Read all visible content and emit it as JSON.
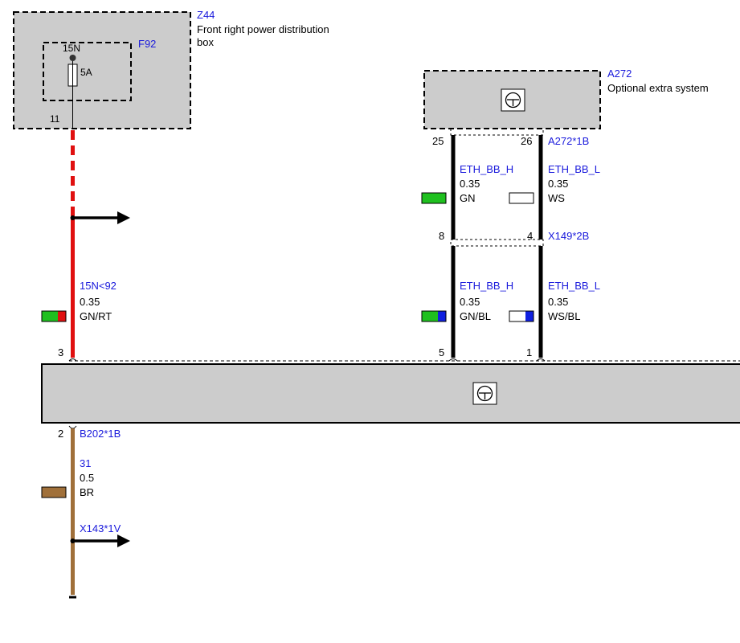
{
  "components": {
    "z44": {
      "code": "Z44",
      "desc_line1": "Front right power distribution",
      "desc_line2": "box",
      "pin": "11"
    },
    "f92": {
      "code": "F92",
      "terminal": "15N",
      "rating": "5A"
    },
    "a272": {
      "code": "A272",
      "desc": "Optional extra system"
    }
  },
  "connectors": {
    "a272_1b": {
      "code": "A272*1B",
      "pin_left": "25",
      "pin_right": "26"
    },
    "x149_2b": {
      "code": "X149*2B",
      "pin_left": "8",
      "pin_right": "4"
    },
    "b202_1b": {
      "code": "B202*1B",
      "pin": "2"
    },
    "x143_1v": {
      "code": "X143*1V"
    },
    "main_module": {
      "pin_power": "3",
      "pin_h": "5",
      "pin_l": "1"
    }
  },
  "wires": {
    "power": {
      "name": "15N<92",
      "size": "0.35",
      "color": "GN/RT",
      "swatch": [
        "#1fc01f",
        "#e01010"
      ]
    },
    "eth_h_upper": {
      "name": "ETH_BB_H",
      "size": "0.35",
      "color": "GN",
      "swatch": [
        "#1fc01f"
      ]
    },
    "eth_l_upper": {
      "name": "ETH_BB_L",
      "size": "0.35",
      "color": "WS",
      "swatch": [
        "#ffffff"
      ]
    },
    "eth_h_lower": {
      "name": "ETH_BB_H",
      "size": "0.35",
      "color": "GN/BL",
      "swatch": [
        "#1fc01f",
        "#1020e0"
      ]
    },
    "eth_l_lower": {
      "name": "ETH_BB_L",
      "size": "0.35",
      "color": "WS/BL",
      "swatch": [
        "#ffffff",
        "#1020e0"
      ]
    },
    "ground": {
      "name": "31",
      "size": "0.5",
      "color": "BR",
      "swatch": [
        "#a0703a"
      ]
    }
  },
  "colors": {
    "component_fill": "#cccccc",
    "label_blue": "#1a1adc",
    "power_wire": "#e01010",
    "ground_wire": "#a0703a"
  }
}
